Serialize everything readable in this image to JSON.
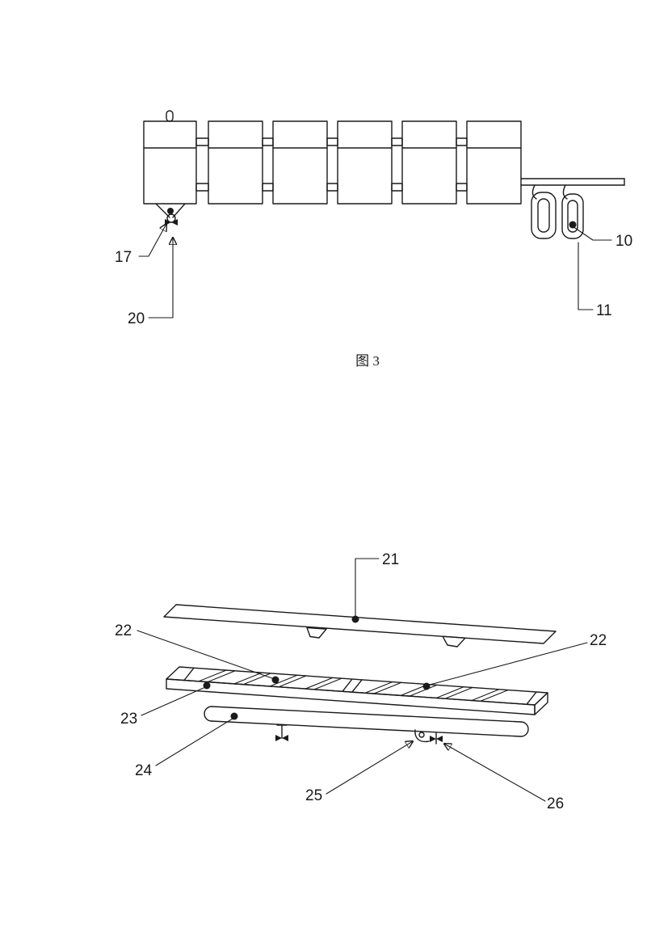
{
  "colors": {
    "line": "#1a1a1a",
    "background": "#ffffff"
  },
  "figure3": {
    "caption": "图 3",
    "labels": {
      "n17": "17",
      "n20": "20",
      "n10": "10",
      "n11": "11"
    }
  },
  "figure4": {
    "labels": {
      "n21": "21",
      "n22_left": "22",
      "n22_right": "22",
      "n23": "23",
      "n24": "24",
      "n25": "25",
      "n26": "26"
    }
  }
}
